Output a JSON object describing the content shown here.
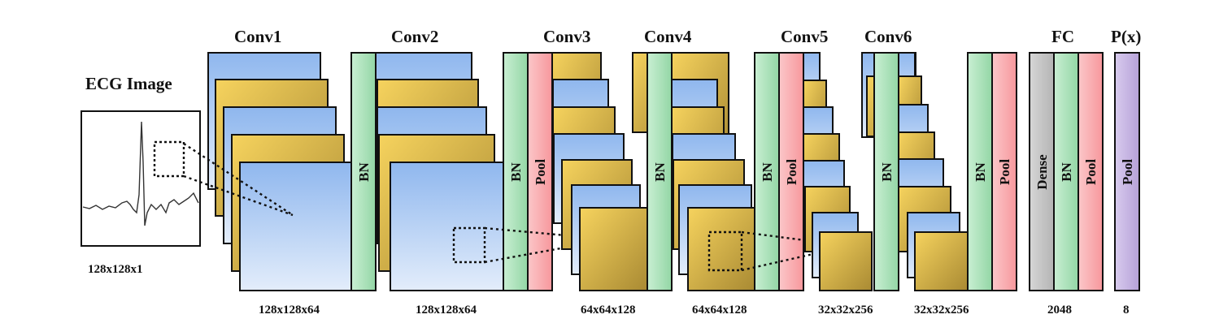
{
  "diagram": {
    "input": {
      "title": "ECG Image",
      "dims": "128x128x1"
    },
    "blocks": [
      {
        "title": "Conv1",
        "dims": "128x128x64"
      },
      {
        "title": "Conv2",
        "dims": "128x128x64"
      },
      {
        "title": "Conv3",
        "dims": "64x64x128"
      },
      {
        "title": "Conv4",
        "dims": "64x64x128"
      },
      {
        "title": "Conv5",
        "dims": "32x32x256"
      },
      {
        "title": "Conv6",
        "dims": "32x32x256"
      },
      {
        "title": "FC",
        "dims": "2048"
      },
      {
        "title": "P(x)",
        "dims": "8"
      }
    ],
    "bars": {
      "bn": "BN",
      "pool": "Pool",
      "dense": "Dense"
    },
    "colors": {
      "blue_top": "#8fb7ee",
      "blue_bottom": "#e3edfb",
      "gold_top": "#f6d35e",
      "gold_bottom": "#a98a33",
      "bn_green": "#93d6a5",
      "pool_red": "#f7979c",
      "dense_gray": "#b4b4b4",
      "softmax_purple": "#b6a1d8"
    }
  }
}
